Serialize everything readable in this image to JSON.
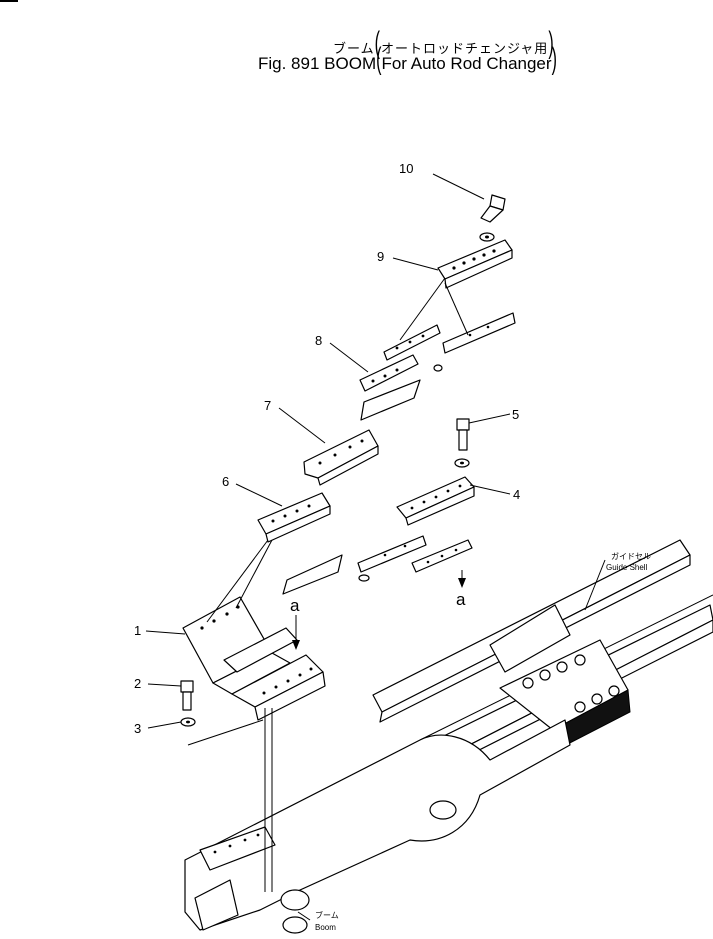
{
  "title": {
    "jp": "ブーム",
    "jp_paren": "オートロッドチェンジャ用",
    "fig": "Fig. 891",
    "en": "BOOM",
    "en_paren": "For Auto Rod Changer"
  },
  "callouts": [
    {
      "id": "1",
      "label": "1"
    },
    {
      "id": "2",
      "label": "2"
    },
    {
      "id": "3",
      "label": "3"
    },
    {
      "id": "4",
      "label": "4"
    },
    {
      "id": "5",
      "label": "5"
    },
    {
      "id": "6",
      "label": "6"
    },
    {
      "id": "7",
      "label": "7"
    },
    {
      "id": "8",
      "label": "8"
    },
    {
      "id": "9",
      "label": "9"
    },
    {
      "id": "10",
      "label": "10"
    }
  ],
  "refs": {
    "a_left": "a",
    "a_right": "a"
  },
  "annotations": {
    "guide_shell_jp": "ガイドセル",
    "guide_shell_en": "Guide Shell",
    "boom_jp": "ブーム",
    "boom_en": "Boom"
  }
}
